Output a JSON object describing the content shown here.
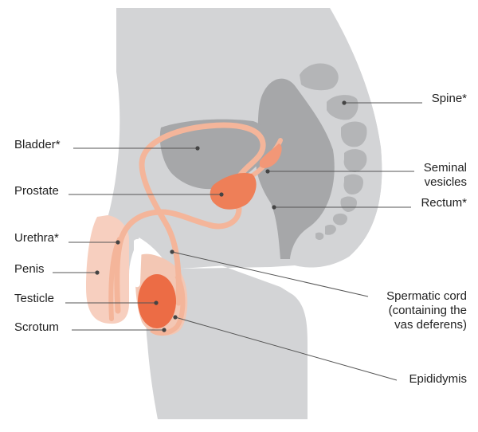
{
  "title": "Male reproductive and urinary anatomy (side view)",
  "colors": {
    "body": "#d3d4d6",
    "organ": "#a6a7a9",
    "spine": "#b4b5b7",
    "tube": "#f4b59a",
    "prostate": "#ee7f58",
    "testicle": "#ec6c45",
    "leader": "#555555"
  },
  "labels": {
    "bladder": "Bladder*",
    "prostate": "Prostate",
    "urethra": "Urethra*",
    "penis": "Penis",
    "testicle": "Testicle",
    "scrotum": "Scrotum",
    "spine": "Spine*",
    "seminal_vesicles": "Seminal\nvesicles",
    "rectum": "Rectum*",
    "spermatic_cord": "Spermatic cord\n(containing the\nvas deferens)",
    "epididymis": "Epididymis"
  }
}
